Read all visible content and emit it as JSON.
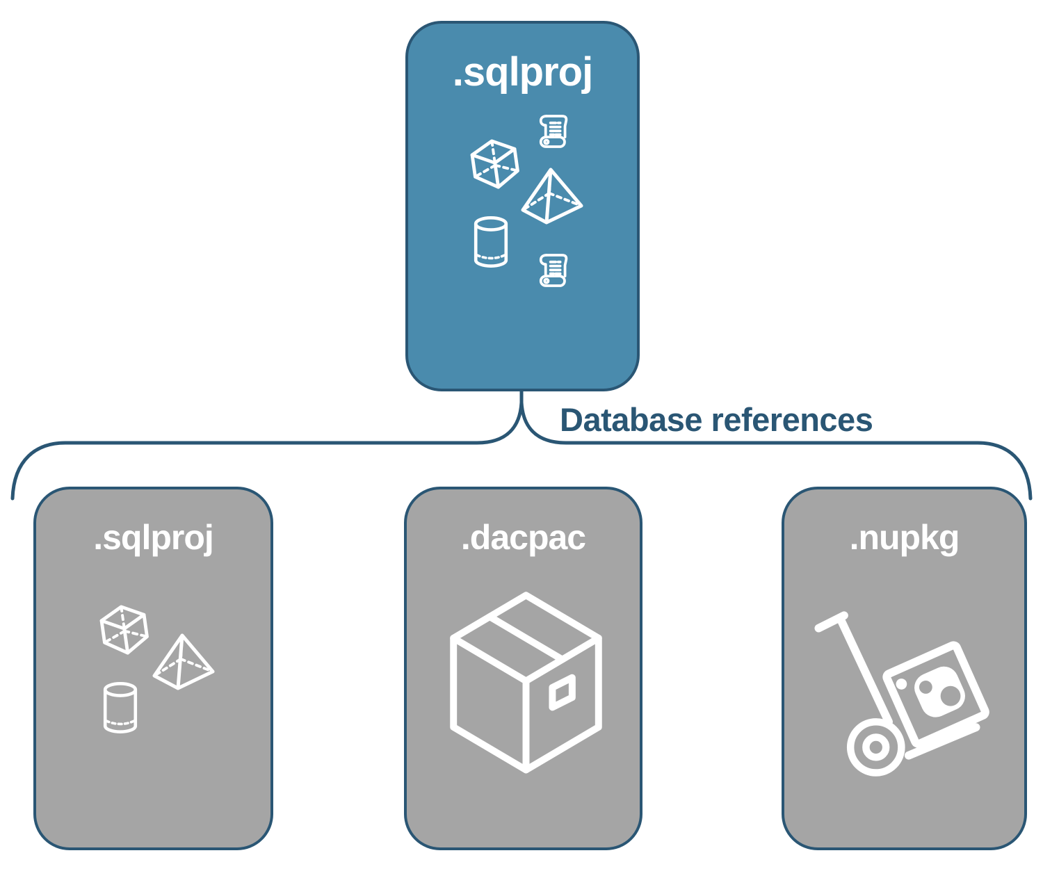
{
  "diagram": {
    "root": {
      "label": ".sqlproj",
      "icons": [
        "sql-script-icon",
        "cube-icon",
        "pyramid-icon",
        "database-cylinder-icon",
        "sql-script-icon"
      ]
    },
    "connector": {
      "label": "Database references"
    },
    "children": [
      {
        "label": ".sqlproj",
        "icons": [
          "cube-icon",
          "pyramid-icon",
          "database-cylinder-icon"
        ]
      },
      {
        "label": ".dacpac",
        "icons": [
          "package-box-icon"
        ]
      },
      {
        "label": ".nupkg",
        "icons": [
          "nuget-handtruck-icon"
        ]
      }
    ],
    "colors": {
      "background": "#FFFFFF",
      "root_fill": "#4A8BAD",
      "child_fill": "#A5A5A5",
      "accent": "#2A5674",
      "icon_color": "#FFFFFF"
    }
  }
}
